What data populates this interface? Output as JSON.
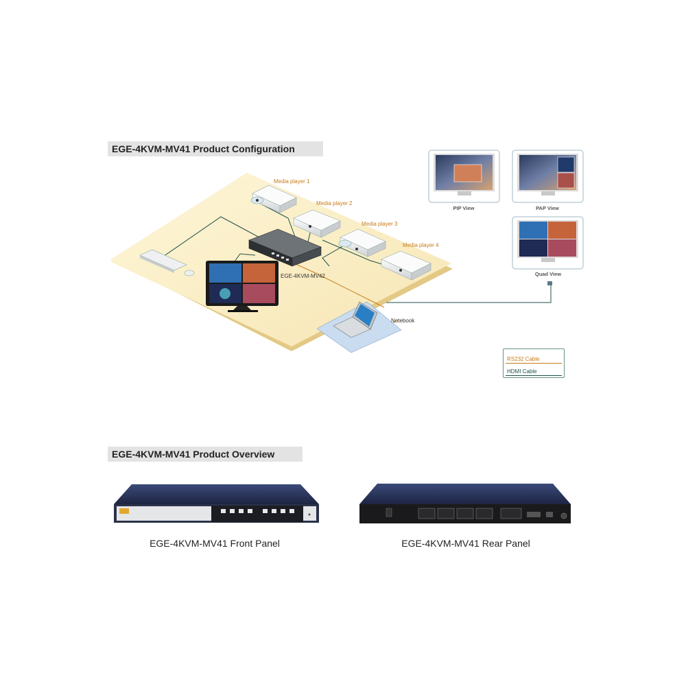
{
  "titles": {
    "configuration": "EGE-4KVM-MV41 Product Configuration",
    "overview": "EGE-4KVM-MV41 Product Overview"
  },
  "diagram": {
    "media_players": [
      "Media player 1",
      "Media player 2",
      "Media player 3",
      "Media player 4"
    ],
    "switch_label": "EGE-4KVM-MV42",
    "notebook_label": "Notebook",
    "views": {
      "pip": "PIP View",
      "pap": "PAP View",
      "quad": "Quad View"
    }
  },
  "legend": {
    "rs232": "RS232 Cable",
    "hdmi": "HDMI Cable"
  },
  "colors": {
    "rs232_cable": "#c77a16",
    "hdmi_cable": "#1d4f4a",
    "floor": "#fbf1c9"
  },
  "captions": {
    "front": "EGE-4KVM-MV41 Front Panel",
    "rear": "EGE-4KVM-MV41 Rear Panel"
  }
}
